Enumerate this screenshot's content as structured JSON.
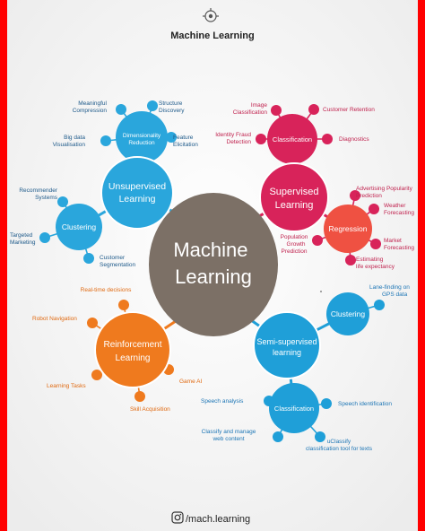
{
  "title": "Machine Learning",
  "footer": "/mach.learning",
  "center": "Machine Learning",
  "colors": {
    "unsupervised": "#2aa6dc",
    "supervised": "#d8235a",
    "reinforcement": "#ef7a1e",
    "semi": "#1f9fd8",
    "center": "#7c7066"
  },
  "branches": [
    {
      "id": "unsupervised",
      "label": "Unsupervised Learning",
      "subs": [
        {
          "id": "dimred",
          "label": "Dimensionality Reduction",
          "leaves": [
            "Meaningful Compression",
            "Structure Discovery",
            "Big data Visualisation",
            "Feature Elicitation"
          ]
        },
        {
          "id": "clust",
          "label": "Clustering",
          "leaves": [
            "Recommender Systems",
            "Targeted Marketing",
            "Customer Segmentation"
          ]
        }
      ]
    },
    {
      "id": "supervised",
      "label": "Supervised Learning",
      "subs": [
        {
          "id": "classif",
          "label": "Classification",
          "leaves": [
            "Image Classification",
            "Customer Retention",
            "Identity Fraud Detection",
            "Diagnostics"
          ]
        },
        {
          "id": "regr",
          "label": "Regression",
          "leaves": [
            "Advertising Popularity Prediction",
            "Weather Forecasting",
            "Market Forecasting",
            "Estimating life expectancy",
            "Population Growth Prediction"
          ]
        }
      ]
    },
    {
      "id": "reinforcement",
      "label": "Reinforcement Learning",
      "leaves": [
        "Real-time decisions",
        "Robot Navigation",
        "Learning Tasks",
        "Skill Acquisition",
        "Game AI"
      ]
    },
    {
      "id": "semi",
      "label": "Semi-supervised learning",
      "subs": [
        {
          "id": "semiclust",
          "label": "Clustering",
          "leaves": [
            "Lane-finding on GPS data"
          ]
        },
        {
          "id": "semiclass",
          "label": "Classification",
          "leaves": [
            "Speech analysis",
            "Speech identification",
            "Classify and manage web content",
            "uClassify classification tool for texts"
          ]
        }
      ]
    }
  ]
}
